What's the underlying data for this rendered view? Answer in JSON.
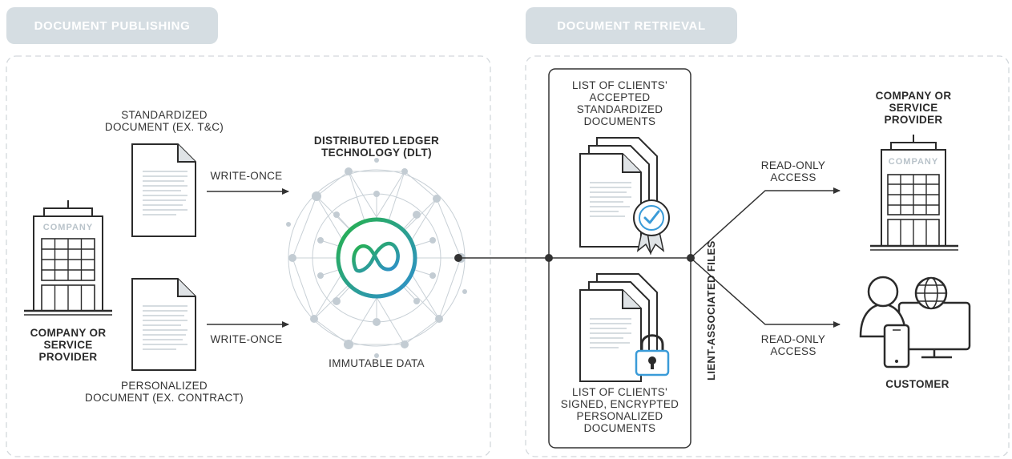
{
  "sections": {
    "publishing": "DOCUMENT PUBLISHING",
    "retrieval": "DOCUMENT RETRIEVAL"
  },
  "publishing": {
    "provider_label": "COMPANY OR\nSERVICE\nPROVIDER",
    "building_sign": "COMPANY",
    "standardized_doc": "STANDARDIZED\nDOCUMENT (EX. T&C)",
    "personalized_doc": "PERSONALIZED\nDOCUMENT (EX. CONTRACT)",
    "write_once_1": "WRITE-ONCE",
    "write_once_2": "WRITE-ONCE",
    "dlt_title": "DISTRIBUTED LEDGER\nTECHNOLOGY (DLT)",
    "immutable": "IMMUTABLE DATA"
  },
  "retrieval": {
    "accepted_list": "LIST OF CLIENTS'\nACCEPTED\nSTANDARDIZED\nDOCUMENTS",
    "signed_list": "LIST OF CLIENTS'\nSIGNED, ENCRYPTED\nPERSONALIZED\nDOCUMENTS",
    "client_files": "LIENT-ASSOCIATED FILES",
    "read_only_1": "READ-ONLY\nACCESS",
    "read_only_2": "READ-ONLY\nACCESS",
    "provider_label": "COMPANY OR\nSERVICE\nPROVIDER",
    "building_sign": "COMPANY",
    "customer": "CUSTOMER"
  },
  "colors": {
    "pill_bg": "#d5dde2",
    "line": "#333333",
    "network": "#c3ccd3",
    "gradient_start": "#27b24a",
    "gradient_end": "#2f8fd0",
    "accent_blue": "#3a9bd8"
  },
  "icons": [
    "building-icon",
    "document-icon",
    "dlt-network-icon",
    "document-stack-icon",
    "certificate-badge-icon",
    "padlock-icon",
    "customer-icon",
    "globe-icon",
    "phone-icon",
    "monitor-icon"
  ]
}
